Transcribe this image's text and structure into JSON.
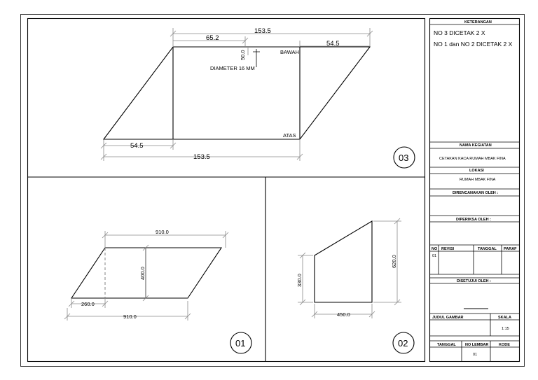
{
  "notes_panel": {
    "header": "KETERANGAN",
    "lines": [
      "NO 3 DICETAK 2 X",
      "NO 1 dan NO 2 DICETAK 2 X"
    ]
  },
  "title_block": {
    "activity_label": "NAMA KEGIATAN",
    "activity_value": "CETAKAN KACA RUMAH MBAK FINA",
    "location_label": "LOKASI",
    "location_value": "RUMAH MBAK FINA",
    "planned_label": "DIRENCANAKAN OLEH :",
    "checked_label": "DIPERIKSA OLEH :",
    "revision_headers": [
      "NO",
      "REVISI",
      "TANGGAL",
      "PARAF"
    ],
    "revision_row_no": "01",
    "approved_label": "DISETUJUI OLEH :",
    "drawing_title_label": "JUDUL GAMBAR",
    "scale_label": "SKALA",
    "scale_value": "1:15",
    "date_label": "TANGGAL",
    "sheet_no_label": "NO LEMBAR",
    "sheet_no_value": "01",
    "code_label": "KODE"
  },
  "drawing_03": {
    "number": "03",
    "dim_top_total": "153.5",
    "dim_top_left": "65.2",
    "dim_top_right": "54.5",
    "dim_bottom_left": "54.5",
    "dim_bottom_total": "153.5",
    "dim_small": "50.0",
    "label_diameter": "DIAMETER 16 MM",
    "label_top": "BAWAH",
    "label_bottom": "ATAS"
  },
  "drawing_01": {
    "number": "01",
    "dim_top": "910.0",
    "dim_height": "400.0",
    "dim_left": "260.0",
    "dim_bottom": "910.0"
  },
  "drawing_02": {
    "number": "02",
    "dim_left_height": "330.0",
    "dim_right_height": "620.0",
    "dim_width": "450.0"
  }
}
